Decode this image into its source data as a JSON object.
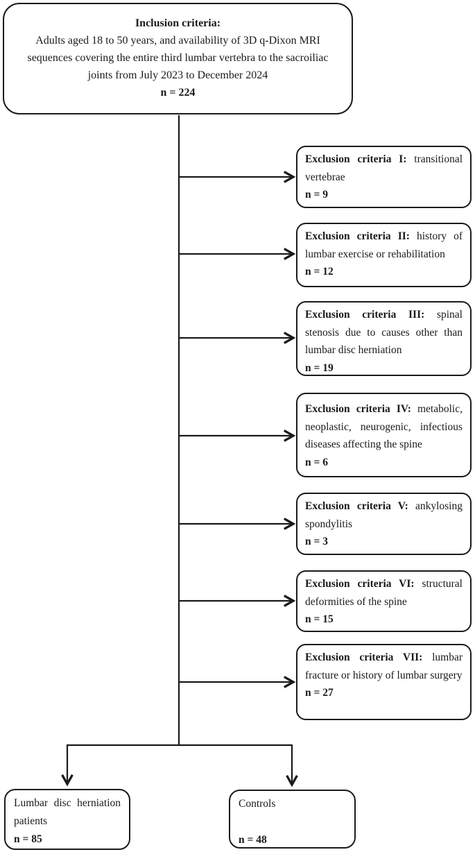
{
  "colors": {
    "line": "#1a1a1a",
    "text": "#1a1a1a",
    "background": "#ffffff"
  },
  "inclusion_box": {
    "title": "Inclusion criteria:",
    "body": "Adults aged 18 to 50 years, and availability of 3D q-Dixon MRI sequences covering the entire third lumbar vertebra to the sacroiliac joints from July 2023 to December 2024",
    "n": "n = 224"
  },
  "exclusion_boxes": [
    {
      "label": "Exclusion criteria I:",
      "text": "transitional vertebrae",
      "n": "n = 9"
    },
    {
      "label": "Exclusion criteria II:",
      "text": "history of lumbar exercise or rehabilitation",
      "n": "n = 12"
    },
    {
      "label": "Exclusion criteria III:",
      "text": "spinal stenosis due to causes other than lumbar disc herniation",
      "n": "n = 19"
    },
    {
      "label": "Exclusion criteria IV:",
      "text": "metabolic, neoplastic, neurogenic, infectious diseases affecting the spine",
      "n": "n = 6"
    },
    {
      "label": "Exclusion criteria V:",
      "text": "ankylosing spondylitis",
      "n": "n = 3"
    },
    {
      "label": "Exclusion criteria VI:",
      "text": "structural deformities of the spine",
      "n": "n = 15"
    },
    {
      "label": "Exclusion criteria VII:",
      "text": "lumbar fracture or history of lumbar surgery",
      "n": "n = 27"
    }
  ],
  "outcome_boxes": [
    {
      "text": "Lumbar disc herniation patients",
      "n": "n = 85"
    },
    {
      "text": "Controls",
      "n": "n = 48"
    }
  ]
}
